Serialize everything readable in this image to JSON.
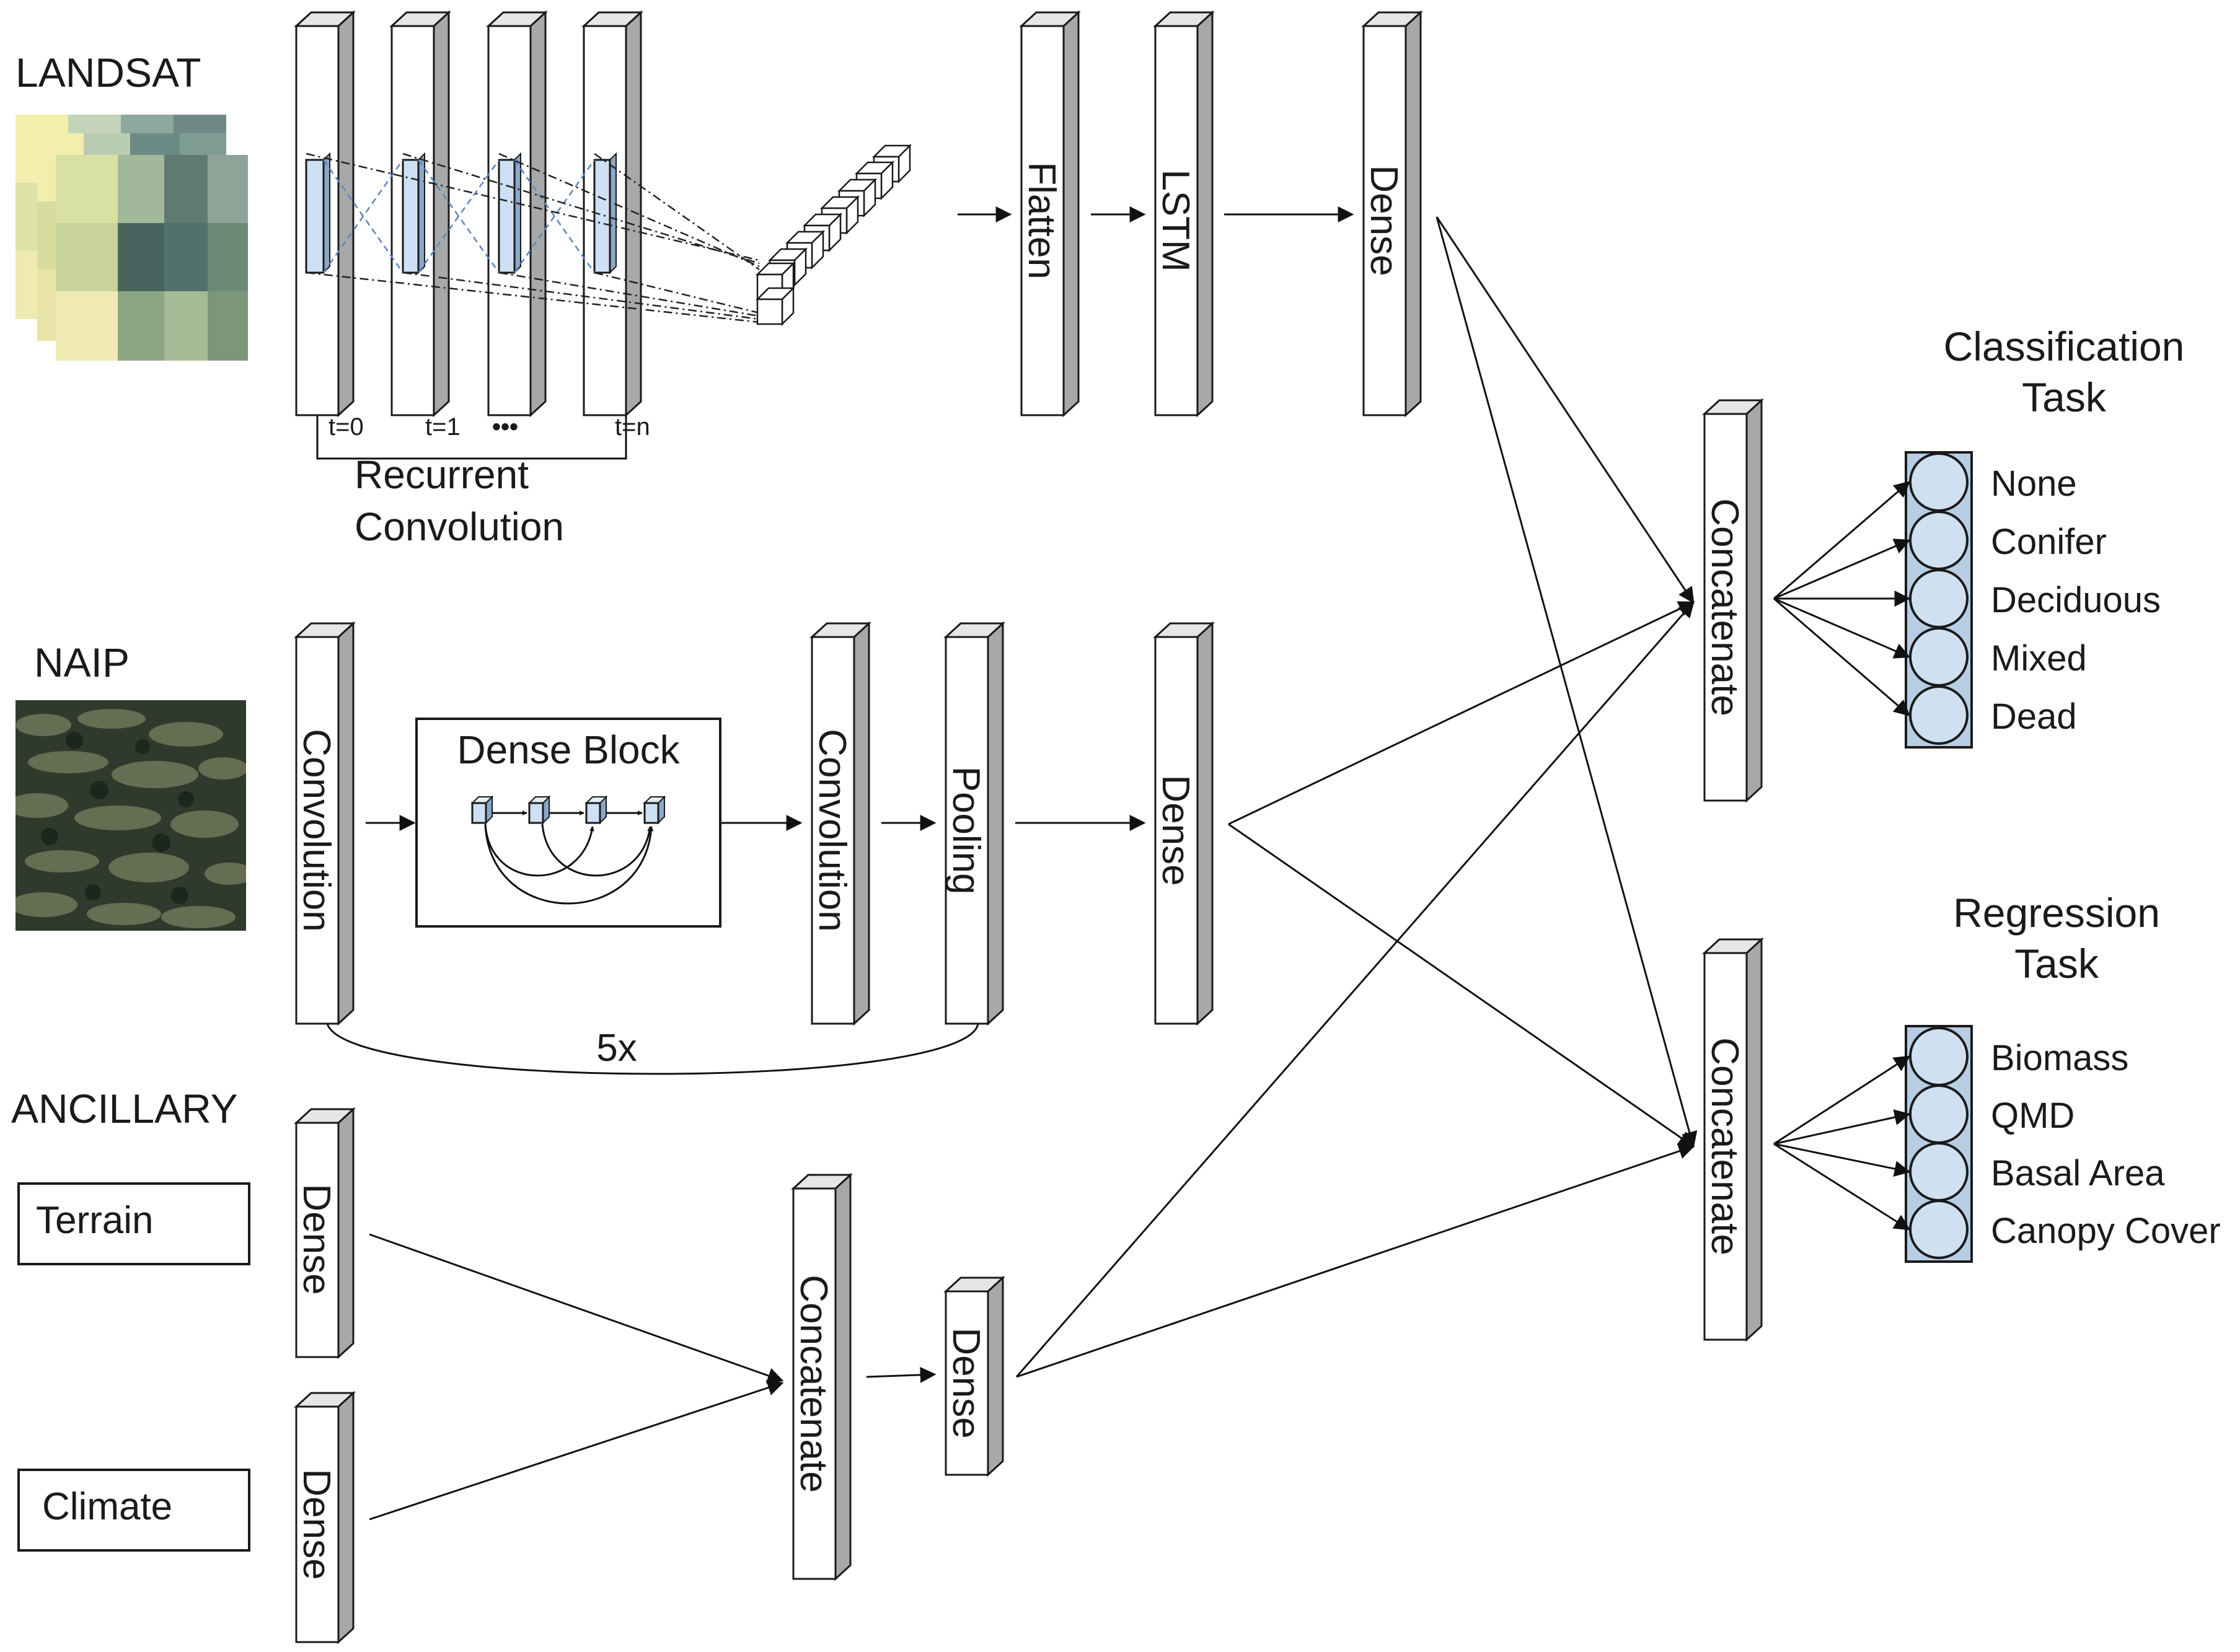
{
  "inputs": {
    "landsat": "LANDSAT",
    "naip": "NAIP",
    "ancillary": "ANCILLARY",
    "terrain": "Terrain",
    "climate": "Climate"
  },
  "landsat_branch": {
    "time_labels": [
      "t=0",
      "t=1",
      "•••",
      "t=n"
    ],
    "recurrent_line1": "Recurrent",
    "recurrent_line2": "Convolution",
    "flatten": "Flatten",
    "lstm": "LSTM",
    "dense": "Dense"
  },
  "naip_branch": {
    "convolution_1": "Convolution",
    "dense_block": "Dense Block",
    "convolution_2": "Convolution",
    "pooling": "Pooling",
    "dense": "Dense",
    "repeat": "5x"
  },
  "ancillary_branch": {
    "terrain_dense": "Dense",
    "climate_dense": "Dense",
    "concatenate": "Concatenate",
    "dense": "Dense"
  },
  "classification": {
    "title_line1": "Classification",
    "title_line2": "Task",
    "concatenate": "Concatenate",
    "outputs": [
      "None",
      "Conifer",
      "Deciduous",
      "Mixed",
      "Dead"
    ]
  },
  "regression": {
    "title_line1": "Regression",
    "title_line2": "Task",
    "concatenate": "Concatenate",
    "outputs": [
      "Biomass",
      "QMD",
      "Basal Area",
      "Canopy Cover"
    ]
  },
  "colors": {
    "node_fill": "#cfe0f0",
    "layer_side": "#a8a8a8",
    "kernel_fill": "#cde0f4",
    "dashed_blue": "#5b86c0"
  }
}
